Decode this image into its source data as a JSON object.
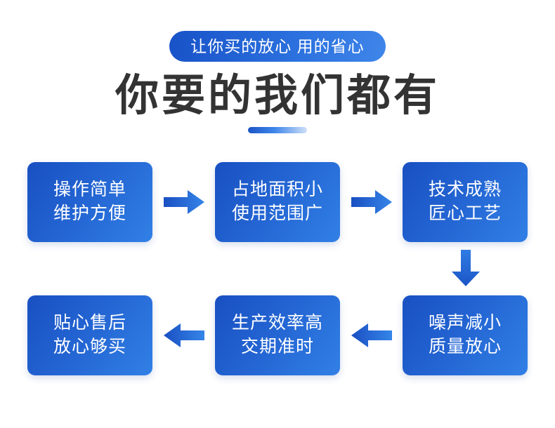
{
  "header": {
    "badge_text": "让你买的放心 用的省心",
    "title": "你要的我们都有",
    "underline": "gradient-divider"
  },
  "colors": {
    "brand_dark_blue": "#1950c2",
    "brand_blue": "#2364d2",
    "brand_light_blue": "#3180e6",
    "title_gray": "#333333",
    "card_text": "#ffffff",
    "background": "#ffffff"
  },
  "flow": {
    "rows": [
      {
        "direction": "left-to-right",
        "cards": [
          {
            "line1": "操作简单",
            "line2": "维护方便"
          },
          {
            "line1": "占地面积小",
            "line2": "使用范围广"
          },
          {
            "line1": "技术成熟",
            "line2": "匠心工艺"
          }
        ],
        "arrows": [
          {
            "icon": "arrow-right-icon"
          },
          {
            "icon": "arrow-right-icon"
          }
        ]
      },
      {
        "direction": "right-to-left",
        "cards": [
          {
            "line1": "贴心售后",
            "line2": "放心够买"
          },
          {
            "line1": "生产效率高",
            "line2": "交期准时"
          },
          {
            "line1": "噪声减小",
            "line2": "质量放心"
          }
        ],
        "arrows": [
          {
            "icon": "arrow-left-icon"
          },
          {
            "icon": "arrow-left-icon"
          }
        ]
      }
    ],
    "connector": {
      "icon": "arrow-down-icon"
    }
  }
}
